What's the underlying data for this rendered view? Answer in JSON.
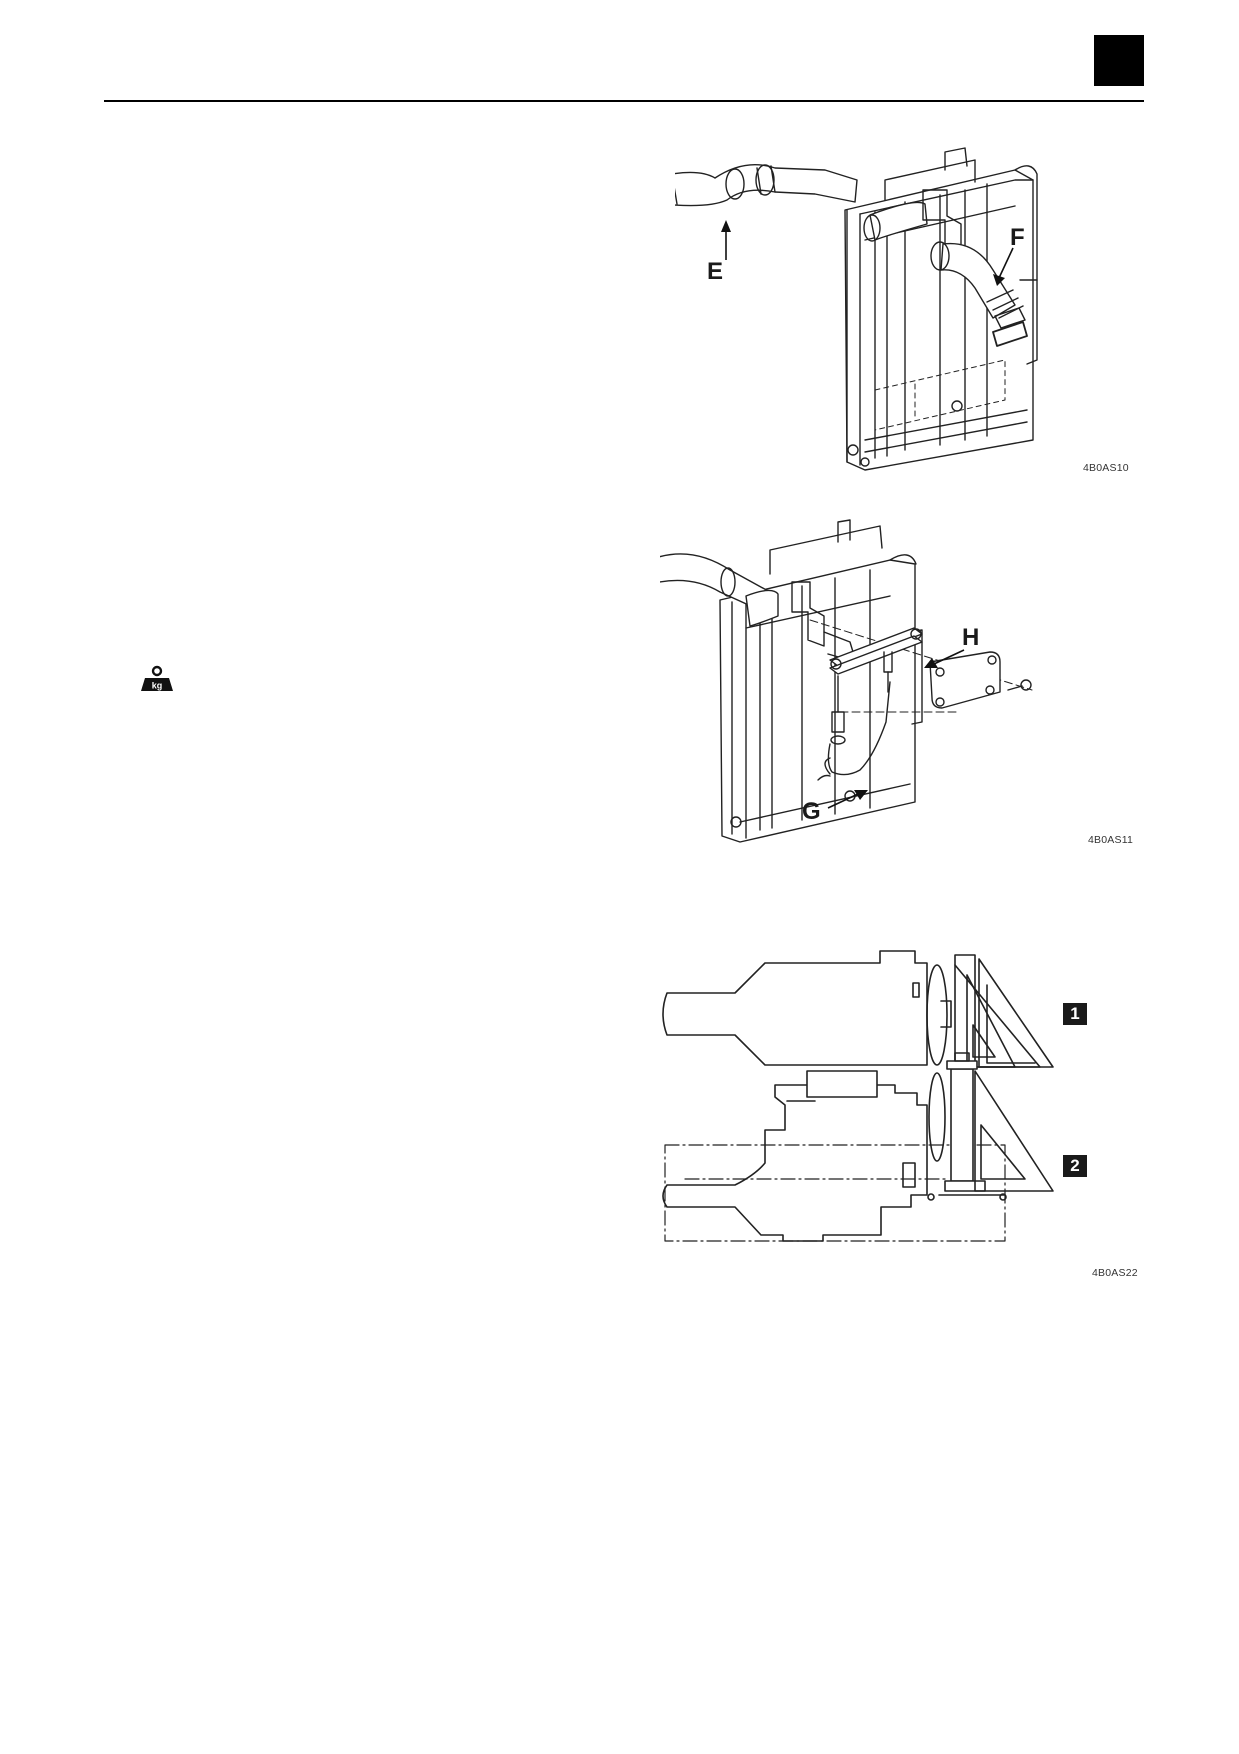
{
  "figures": [
    {
      "code": "4B0AS10",
      "labels": {
        "e": "E",
        "f": "F"
      }
    },
    {
      "code": "4B0AS11",
      "labels": {
        "g": "G",
        "h": "H"
      }
    },
    {
      "code": "4B0AS22",
      "labels": {
        "step1": "1",
        "step2": "2"
      }
    }
  ],
  "weight_icon": {
    "name": "weight-icon",
    "text": "kg"
  }
}
